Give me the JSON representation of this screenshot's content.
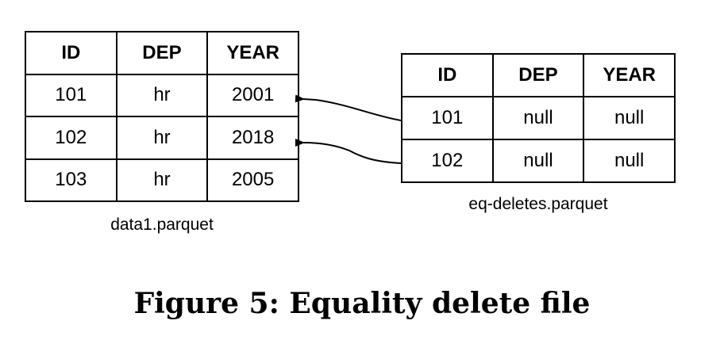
{
  "data_table": {
    "headers": [
      "ID",
      "DEP",
      "YEAR"
    ],
    "rows": [
      [
        "101",
        "hr",
        "2001"
      ],
      [
        "102",
        "hr",
        "2018"
      ],
      [
        "103",
        "hr",
        "2005"
      ]
    ],
    "caption": "data1.parquet"
  },
  "eq_delete_table": {
    "headers": [
      "ID",
      "DEP",
      "YEAR"
    ],
    "rows": [
      [
        "101",
        "null",
        "null"
      ],
      [
        "102",
        "null",
        "null"
      ]
    ],
    "caption": "eq-deletes.parquet"
  },
  "figure_caption": "Figure 5: Equality delete file"
}
